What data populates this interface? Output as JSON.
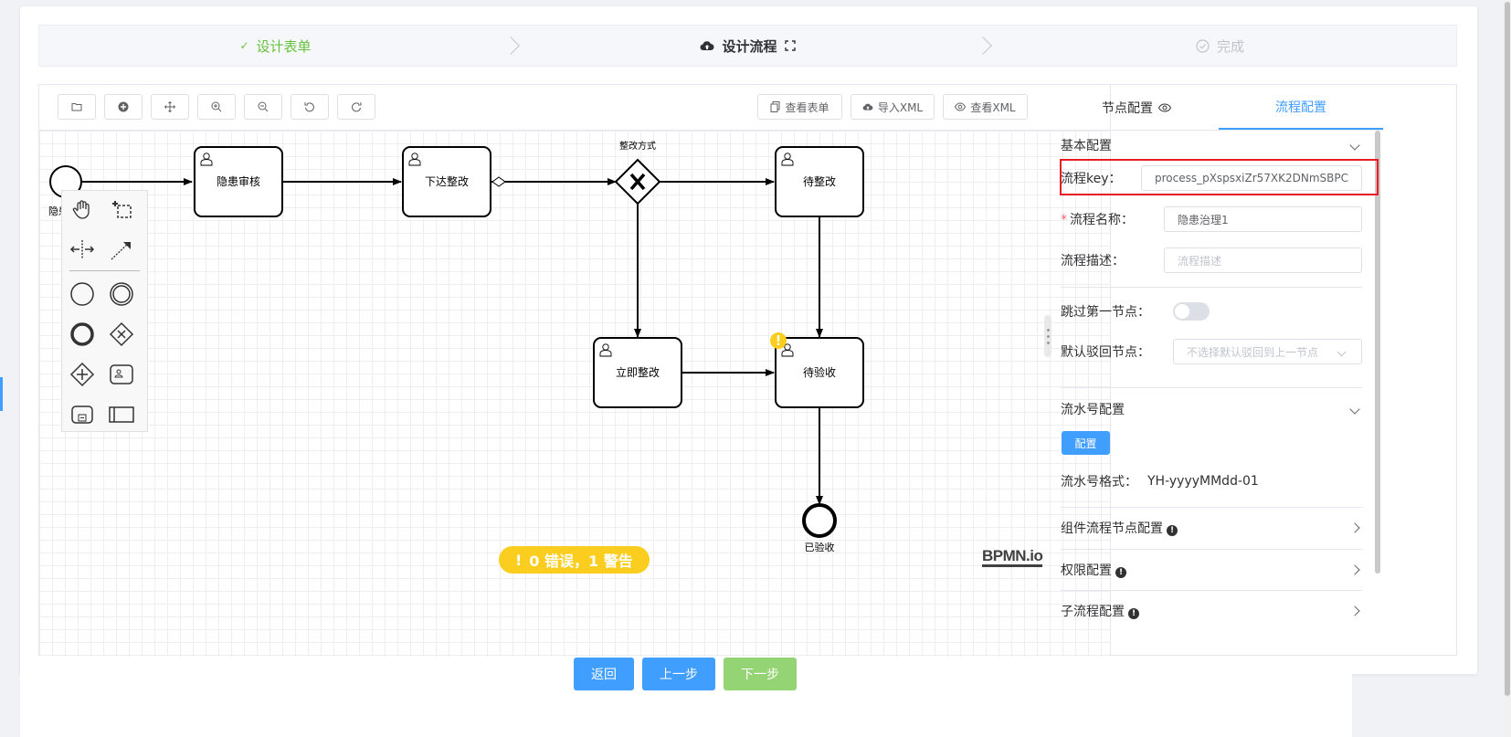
{
  "steps": [
    {
      "label": "设计表单",
      "state": "done"
    },
    {
      "label": "设计流程",
      "state": "active"
    },
    {
      "label": "完成",
      "state": "wait"
    }
  ],
  "toolbar": {
    "view_form": "查看表单",
    "import_xml": "导入XML",
    "view_xml": "查看XML"
  },
  "diagram": {
    "start_label": "隐患",
    "task_review": "隐患审核",
    "task_issue": "下达整改",
    "gateway_label": "整改方式",
    "task_pending": "待整改",
    "task_immediate": "立即整改",
    "task_accept": "待验收",
    "end_label": "已验收"
  },
  "lint": {
    "text": "0 错误，1 警告"
  },
  "logo": "BPMN.io",
  "panel": {
    "tabs": [
      {
        "label": "节点配置"
      },
      {
        "label": "流程配置"
      }
    ],
    "basic": {
      "title": "基本配置",
      "key_label": "流程key：",
      "key_value": "process_pXspsxiZr57XK2DNmSBPC",
      "name_label": "流程名称：",
      "name_value": "隐患治理1",
      "desc_label": "流程描述：",
      "desc_placeholder": "流程描述",
      "skip_label": "跳过第一节点：",
      "reject_label": "默认驳回节点：",
      "reject_placeholder": "不选择默认驳回到上一节点"
    },
    "serial": {
      "title": "流水号配置",
      "config_button": "配置",
      "format_label": "流水号格式：",
      "format_value": "YH-yyyyMMdd-01"
    },
    "component_title": "组件流程节点配置",
    "permission_title": "权限配置",
    "subprocess_title": "子流程配置"
  },
  "footer": {
    "back": "返回",
    "prev": "上一步",
    "next": "下一步"
  },
  "colors": {
    "primary": "#409eff",
    "success": "#67c23a",
    "success_light": "#95d475",
    "warning": "#fbcd1f",
    "highlight": "#e81c24"
  }
}
